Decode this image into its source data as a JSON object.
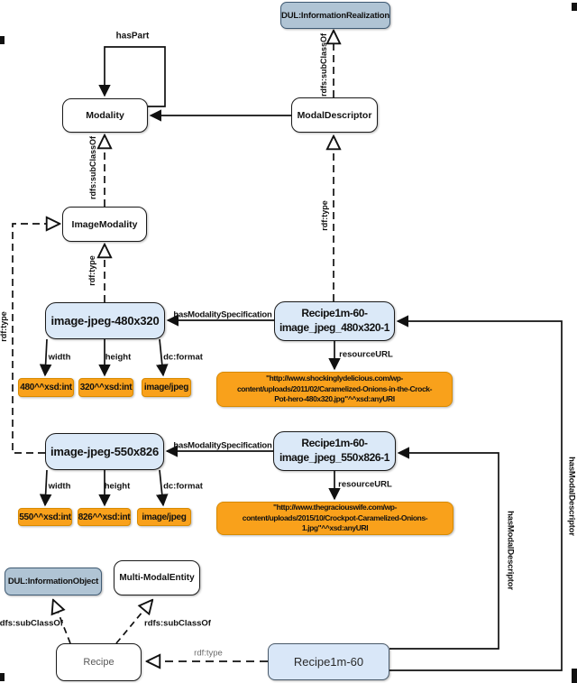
{
  "figure": {
    "nodes": {
      "dul_information_realization": "DUL:InformationRealization",
      "modality": "Modality",
      "modal_descriptor": "ModalDescriptor",
      "image_modality": "ImageModality",
      "image_jpeg_480x320": "image-jpeg-480x320",
      "recipe1m_60_image_jpeg_480x320_1": "Recipe1m-60-\nimage_jpeg_480x320-1",
      "width_value_480": "480^^xsd:int",
      "height_value_320": "320^^xsd:int",
      "format_value_1": "image/jpeg",
      "resource_url_value_1": "\"http://www.shockinglydelicious.com/wp-\ncontent/uploads/2011/02/Caramelized-Onions-in-the-Crock-\nPot-hero-480x320.jpg\"^^xsd:anyURI",
      "image_jpeg_550x826": "image-jpeg-550x826",
      "recipe1m_60_image_jpeg_550x826_1": "Recipe1m-60-\nimage_jpeg_550x826-1",
      "width_value_550": "550^^xsd:int",
      "height_value_826": "826^^xsd:int",
      "format_value_2": "image/jpeg",
      "resource_url_value_2": "\"http://www.thegraciouswife.com/wp-\ncontent/uploads/2015/10/Crockpot-Caramelized-Onions-\n1.jpg\"^^xsd:anyURI",
      "dul_information_object": "DUL:InformationObject",
      "multi_modal_entity": "Multi-ModalEntity",
      "recipe": "Recipe",
      "recipe1m_60": "Recipe1m-60"
    },
    "edge_labels": {
      "has_part": "hasPart",
      "subclassof_modality": "rdfs:subClassOf",
      "subclassof_modal_descriptor": "rdfs:subClassOf",
      "rdftype_modal_descriptor": "rdf:type",
      "rdftype_image_modality": "rdf:type",
      "rdftype_image_modality_left": "rdf:type",
      "has_modality_specification_1": "hasModalitySpecification",
      "has_modality_specification_2": "hasModalitySpecification",
      "resource_url_1": "resourceURL",
      "resource_url_2": "resourceURL",
      "width_1": "width",
      "height_1": "height",
      "dc_format_1": "dc:format",
      "width_2": "width",
      "height_2": "height",
      "dc_format_2": "dc:format",
      "has_modal_descriptor_outer": "hasModalDescriptor",
      "has_modal_descriptor_inner": "hasModalDescriptor",
      "subclassof_dul_object": "rdfs:subClassOf",
      "subclassof_multi_modal": "rdfs:subClassOf",
      "rdftype_recipe": "rdf:type"
    },
    "colors": {
      "instance_fill": "#dbe9f8",
      "dul_fill": "#b0c4d4",
      "literal_fill": "#f9a11b",
      "line": "#111111"
    }
  }
}
